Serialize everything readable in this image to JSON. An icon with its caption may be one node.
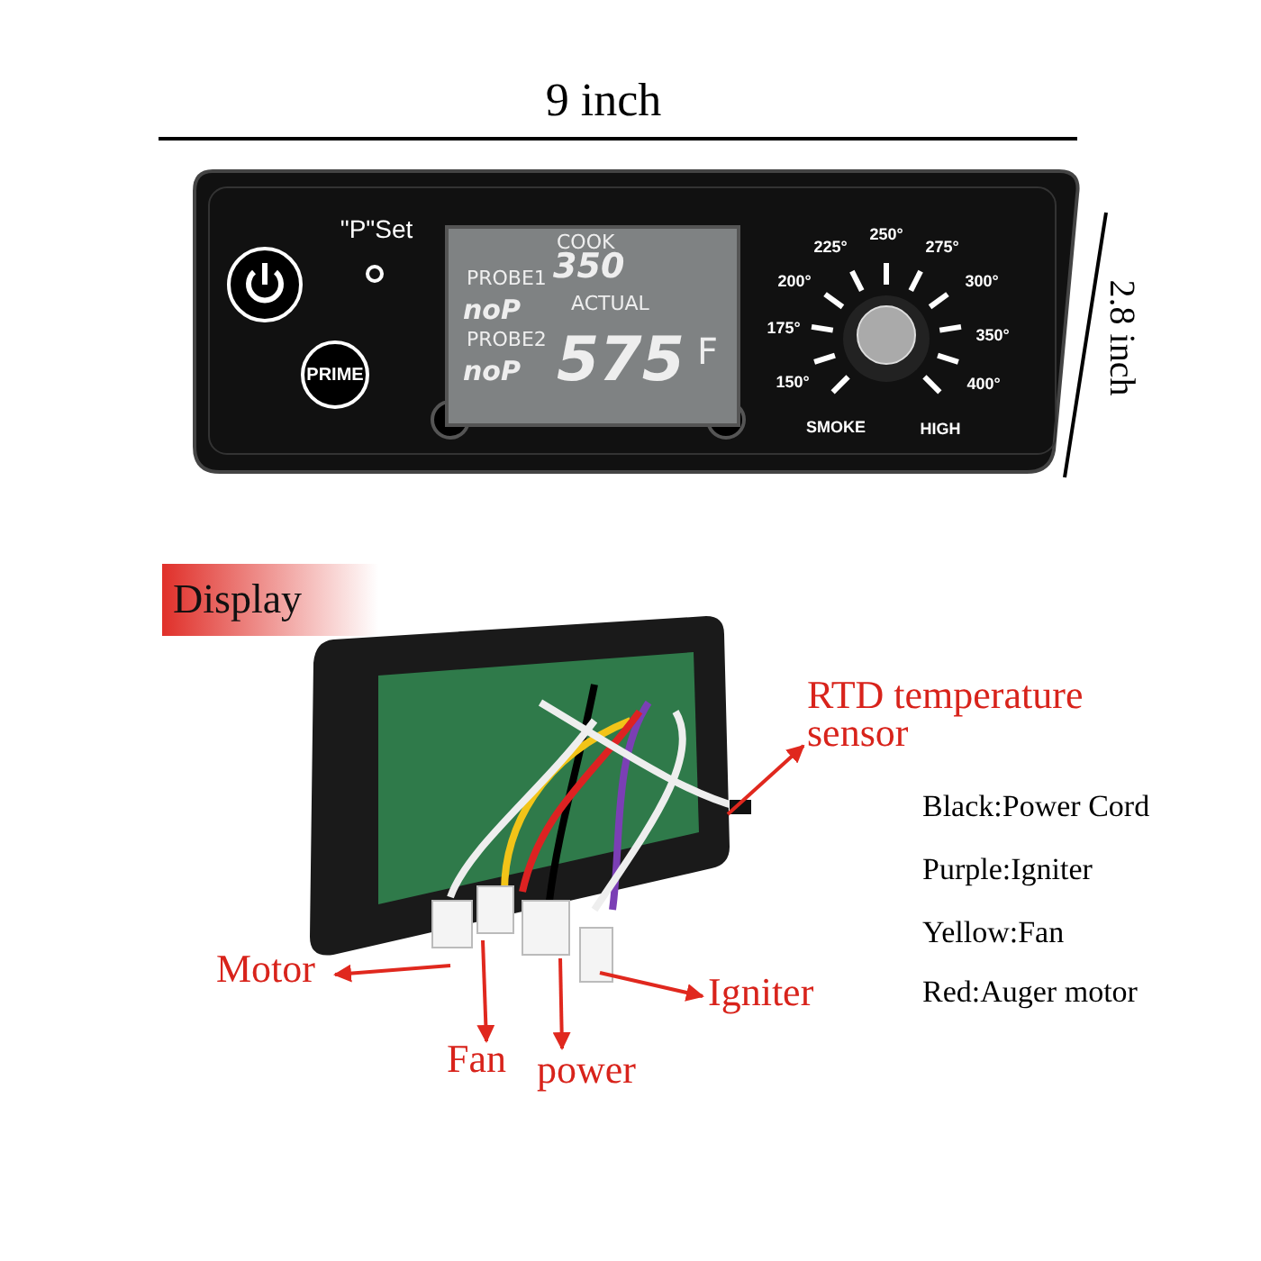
{
  "diagram": {
    "nodes": [
      {
        "text": [
          "PRIME"
        ]
      },
      {
        "text": [
          "COOK",
          "350",
          "PROBE1",
          "noP",
          "ACTUAL",
          "PROBE2",
          "noP",
          "575",
          "F"
        ]
      },
      {
        "text": [
          "Display"
        ]
      },
      {
        "text": [
          "RTD temperature sensor"
        ]
      },
      {
        "text": [
          "Motor"
        ]
      },
      {
        "text": [
          "Fan"
        ]
      },
      {
        "text": [
          "power"
        ]
      },
      {
        "text": [
          "Igniter"
        ]
      }
    ],
    "edges": [
      {
        "from": null,
        "to": 3,
        "arrow": "to"
      },
      {
        "from": null,
        "to": 4,
        "arrow": "to"
      },
      {
        "from": null,
        "to": 5,
        "arrow": "to"
      },
      {
        "from": null,
        "to": 6,
        "arrow": "to"
      },
      {
        "from": null,
        "to": 7,
        "arrow": "to"
      }
    ],
    "labels": [
      "9 inch",
      "2.8 inch",
      "\"P\"Set",
      "250°",
      "225°",
      "275°",
      "200°",
      "300°",
      "175°",
      "350°",
      "150°",
      "400°",
      "SMOKE",
      "HIGH",
      "Black:Power Cord",
      "Purple:Igniter",
      "Yellow:Fan",
      "Red:Auger motor"
    ]
  }
}
